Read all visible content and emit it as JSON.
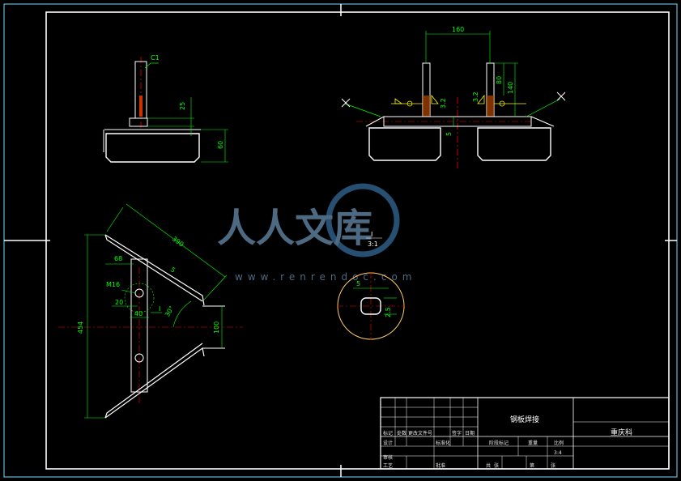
{
  "colors": {
    "background": "#000000",
    "outline": "#ffffff",
    "dimension": "#00ff00",
    "centerline": "#ff0000",
    "hatch": "#ff8c00",
    "weld_symbol": "#ffff00",
    "frame_border": "#7fd7ff",
    "watermark": "#5b7d99"
  },
  "views": {
    "side": {
      "chamfer_label": "C1",
      "dim_25": "25",
      "dim_60": "60"
    },
    "front": {
      "dim_160": "160",
      "dim_32_left": "3.2",
      "dim_32_right": "3.2",
      "dim_80": "80",
      "dim_140": "140",
      "dim_5": "5"
    },
    "plan": {
      "dim_390": "390",
      "dim_68": "68",
      "dim_5": "5",
      "hole_label": "M16",
      "dim_20": "20",
      "dim_40": "40",
      "section_mark": "I",
      "dim_30": "30°",
      "dim_100": "100",
      "dim_454": "454"
    },
    "detail": {
      "title_top": "I",
      "title_bottom": "3:1",
      "dim_5": "5",
      "dim_25": "2.5"
    }
  },
  "watermark": {
    "text": "人人文库",
    "url": "www.renrendoc.com"
  },
  "title_block": {
    "part_name": "钢板焊接",
    "unit_name": "重庆科",
    "row_labels": [
      "标记",
      "处数",
      "更改文件号",
      "签字",
      "日期"
    ],
    "col_designer": "设计",
    "col_std": "标准化",
    "col_review": "审核",
    "col_process": "工艺",
    "col_approve": "批准",
    "stage_label": "阶段标记",
    "weight_label": "重量",
    "scale_label": "比例",
    "scale_value": "3:4",
    "sheet_label": "共",
    "sheet_of": "张",
    "page_label": "第",
    "page_of": "张"
  }
}
